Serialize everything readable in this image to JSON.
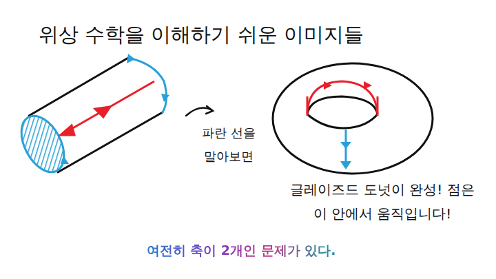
{
  "diagram": {
    "title": "위상 수학을 이해하기 쉬운 이미지들",
    "caption": "여전히 축이 2개인 문제가 있다.",
    "labels": [
      "파란 선을 말아보면",
      "글레이즈드 도넛이 완성! 점은 이 안에서 움직입니다!"
    ]
  }
}
